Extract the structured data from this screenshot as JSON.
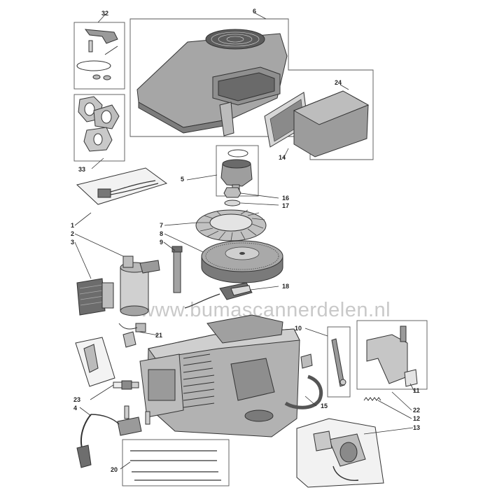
{
  "diagram": {
    "watermark": "www.bumascannerdelen.nl",
    "callouts": {
      "c1": "1",
      "c2": "2",
      "c3": "3",
      "c4": "4",
      "c5": "5",
      "c6": "6",
      "c7": "7",
      "c8": "8",
      "c9": "9",
      "c10": "10",
      "c11": "11",
      "c12": "12",
      "c13": "13",
      "c14": "14",
      "c15": "15",
      "c16": "16",
      "c17": "17",
      "c18": "18",
      "c20": "20",
      "c21": "21",
      "c22": "22",
      "c23": "23",
      "c24": "24",
      "c32": "32",
      "c33": "33"
    },
    "colors": {
      "part_fill": "#a8a8a8",
      "part_dark": "#6e6e6e",
      "part_light": "#d2d2d2",
      "line": "#333333"
    }
  }
}
